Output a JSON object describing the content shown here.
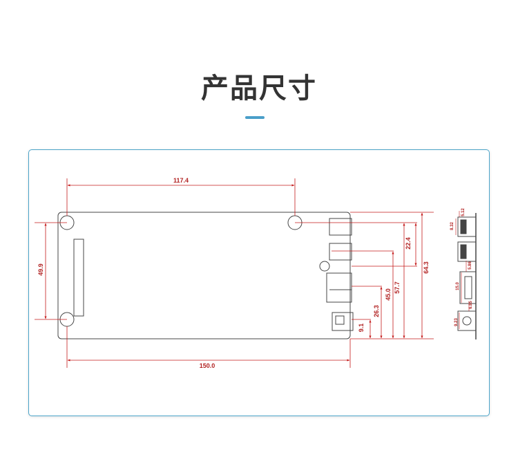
{
  "page": {
    "title": "产品尺寸"
  },
  "colors": {
    "accent": "#4a9fc9",
    "dimension": "#c41a1a",
    "outline": "#333333"
  },
  "front_view": {
    "top_width": "117.4",
    "bottom_width": "150.0",
    "left_height": "49.9",
    "right_dims": [
      "22.4",
      "57.7",
      "45.0",
      "26.3",
      "9.1",
      "64.3"
    ]
  },
  "side_view": {
    "dims": [
      "5.12",
      "8.32",
      "5.86",
      "15.0",
      "6.85",
      "9.23"
    ]
  }
}
